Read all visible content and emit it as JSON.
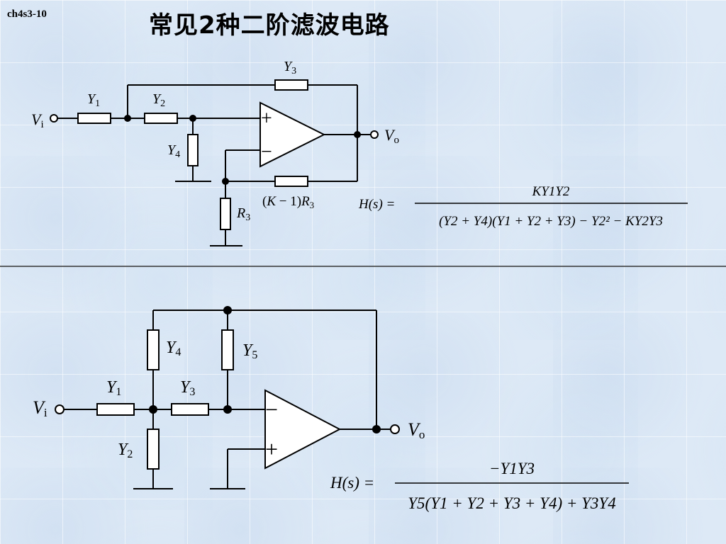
{
  "slide": {
    "id": "ch4s3-10",
    "title": "常见2种二阶滤波电路"
  },
  "circuit_top": {
    "input_label": {
      "var": "V",
      "sub": "i"
    },
    "output_label": {
      "var": "V",
      "sub": "o"
    },
    "y1": {
      "var": "Y",
      "sub": "1"
    },
    "y2": {
      "var": "Y",
      "sub": "2"
    },
    "y3": {
      "var": "Y",
      "sub": "3"
    },
    "y4": {
      "var": "Y",
      "sub": "4"
    },
    "r3": {
      "var": "R",
      "sub": "3"
    },
    "feedback": {
      "pre": "(",
      "k": "K",
      "mid": " − 1)",
      "r": "R",
      "sub": "3"
    },
    "opamp_plus": "+",
    "opamp_minus": "−",
    "formula": {
      "lhs": "H(s) =",
      "numerator": "KY1Y2",
      "denominator": "(Y2 + Y4)(Y1 + Y2 + Y3) − Y2² − KY2Y3"
    }
  },
  "circuit_bottom": {
    "input_label": {
      "var": "V",
      "sub": "i"
    },
    "output_label": {
      "var": "V",
      "sub": "o"
    },
    "y1": {
      "var": "Y",
      "sub": "1"
    },
    "y2": {
      "var": "Y",
      "sub": "2"
    },
    "y3": {
      "var": "Y",
      "sub": "3"
    },
    "y4": {
      "var": "Y",
      "sub": "4"
    },
    "y5": {
      "var": "Y",
      "sub": "5"
    },
    "opamp_plus": "+",
    "opamp_minus": "−",
    "formula": {
      "lhs": "H(s) =",
      "numerator": "−Y1Y3",
      "denominator": "Y5(Y1 + Y2 + Y3 + Y4) + Y3Y4"
    }
  }
}
